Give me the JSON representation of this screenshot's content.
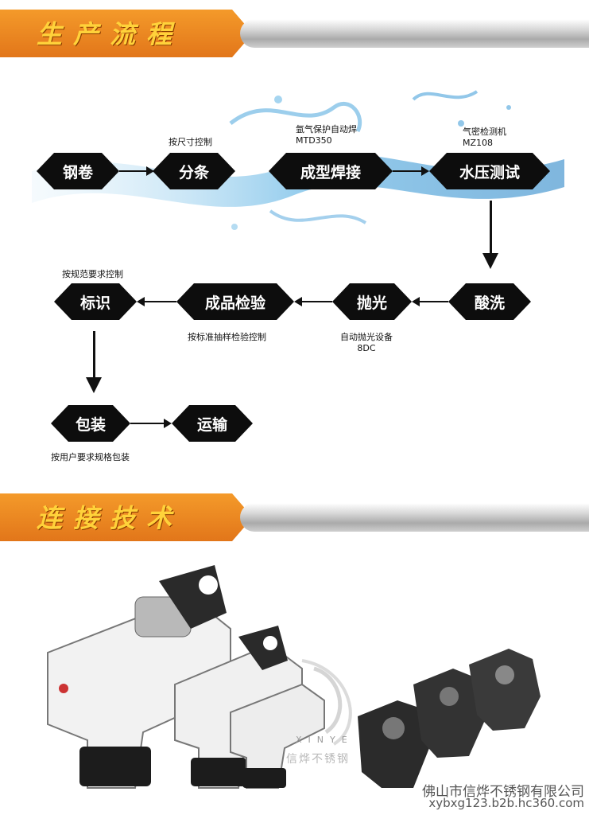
{
  "sections": {
    "production": {
      "title": "生产流程"
    },
    "connection": {
      "title": "连接技术"
    }
  },
  "flow": {
    "steps": {
      "coil": "钢卷",
      "slit": "分条",
      "weld": "成型焊接",
      "test": "水压测试",
      "pickle": "酸洗",
      "polish": "抛光",
      "inspect": "成品检验",
      "label": "标识",
      "pack": "包装",
      "ship": "运输"
    },
    "notes": {
      "slit": "按尺寸控制",
      "weld_1": "氩气保护自动焊",
      "weld_2": "MTD350",
      "test_1": "气密检测机",
      "test_2": "MZ108",
      "label": "按规范要求控制",
      "inspect": "按标准抽样检验控制",
      "polish_1": "自动抛光设备",
      "polish_2": "8DC",
      "pack": "按用户要求规格包装"
    }
  },
  "watermark": {
    "logo_en": "XINYE",
    "logo_cn": "信烨不锈钢",
    "company": "佛山市信烨不锈钢有限公司",
    "url": "xybxg123.b2b.hc360.com"
  },
  "colors": {
    "banner_orange": "#e8801e",
    "banner_title": "#ffd23a",
    "node": "#0d0d0d"
  }
}
